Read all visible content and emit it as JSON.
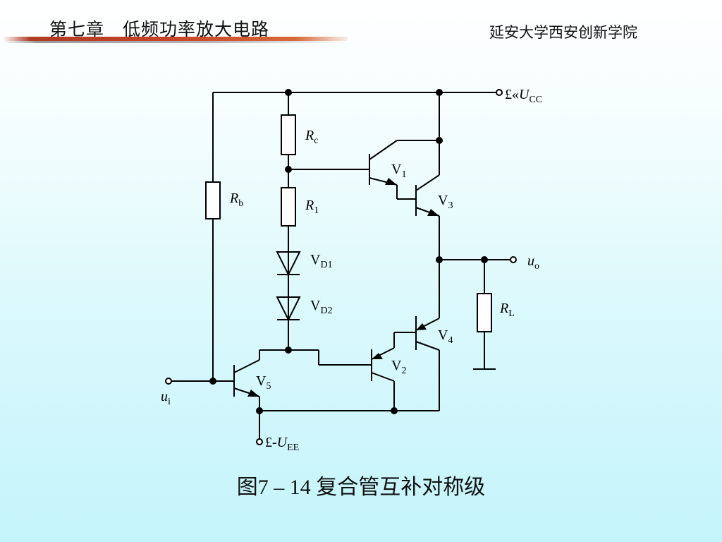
{
  "header": {
    "chapter_title": "第七章　低频功率放大电路",
    "school": "延安大学西安创新学院"
  },
  "caption": "图7 – 14  复合管互补对称级",
  "colors": {
    "wire": "#000000",
    "header_rule": "#c8452a"
  },
  "labels": {
    "vcc": {
      "prefix": "£«",
      "main": "U",
      "sub": "CC"
    },
    "vee": {
      "prefix": "£-",
      "main": "U",
      "sub": "EE"
    },
    "rc": {
      "main": "R",
      "sub": "c"
    },
    "r1": {
      "main": "R",
      "sub": "1"
    },
    "rb": {
      "main": "R",
      "sub": "b"
    },
    "rl": {
      "main": "R",
      "sub": "L"
    },
    "vd1": {
      "main": "V",
      "sub": "D1"
    },
    "vd2": {
      "main": "V",
      "sub": "D2"
    },
    "v1": {
      "main": "V",
      "sub": "1"
    },
    "v2": {
      "main": "V",
      "sub": "2"
    },
    "v3": {
      "main": "V",
      "sub": "3"
    },
    "v4": {
      "main": "V",
      "sub": "4"
    },
    "v5": {
      "main": "V",
      "sub": "5"
    },
    "uo": {
      "main": "u",
      "sub": "o"
    },
    "ui": {
      "main": "u",
      "sub": "i"
    }
  }
}
